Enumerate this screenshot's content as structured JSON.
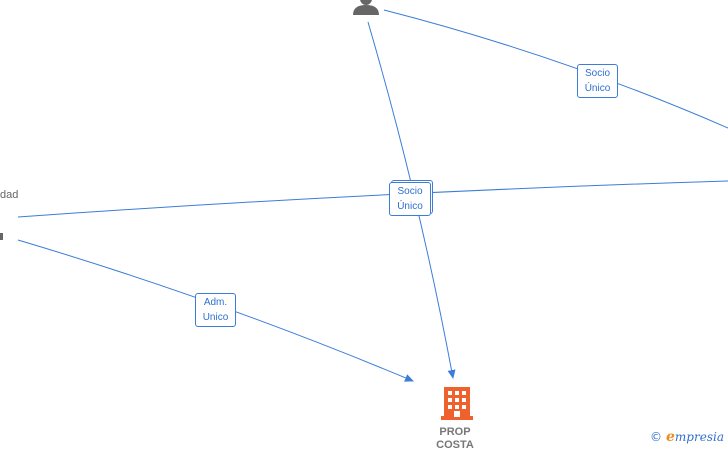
{
  "nodes": {
    "left_label_fragment": "dad",
    "company_name_lines": [
      "PROP",
      "COSTA"
    ]
  },
  "edge_labels": {
    "top_right": [
      "Socio",
      "Único"
    ],
    "center": [
      "Socio",
      "Único"
    ],
    "left_lower": [
      "Adm.",
      "Unico"
    ]
  },
  "watermark": {
    "copyright": "©",
    "brand_initial": "e",
    "brand_rest": "mpresia"
  },
  "colors": {
    "edge": "#3b7dd8",
    "person_icon": "#666666",
    "company_icon": "#f0622d"
  }
}
